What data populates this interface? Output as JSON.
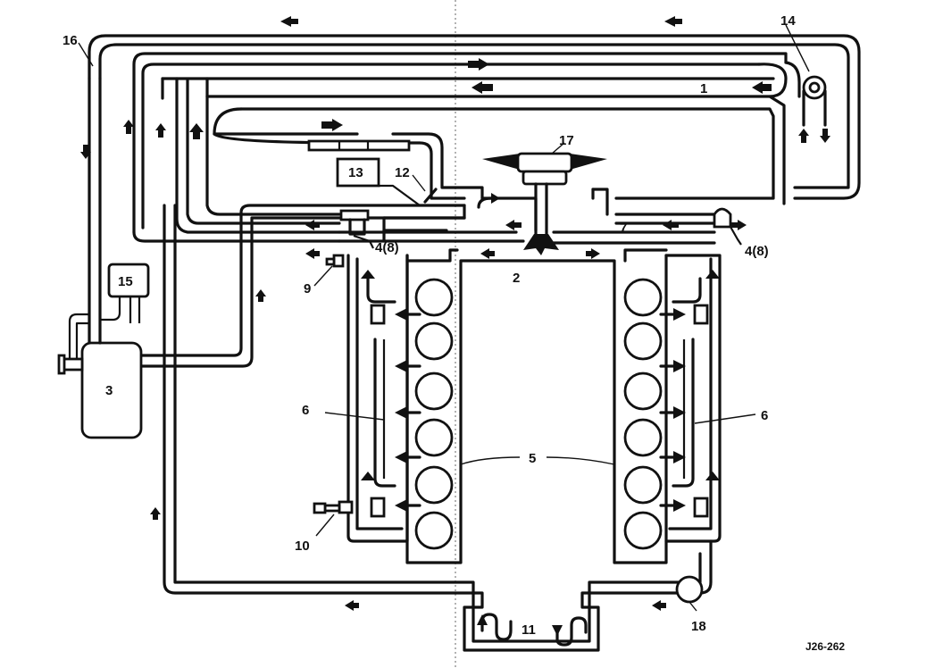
{
  "labels": {
    "l1": "1",
    "l2": "2",
    "l3": "3",
    "l4a": "4(8)",
    "l4b": "4(8)",
    "l5": "5",
    "l6a": "6",
    "l6b": "6",
    "l7": "7",
    "l9": "9",
    "l10": "10",
    "l11": "11",
    "l12": "12",
    "l13": "13",
    "l14": "14",
    "l15": "15",
    "l16": "16",
    "l17": "17",
    "l18": "18"
  },
  "figure_code": "J26-262"
}
